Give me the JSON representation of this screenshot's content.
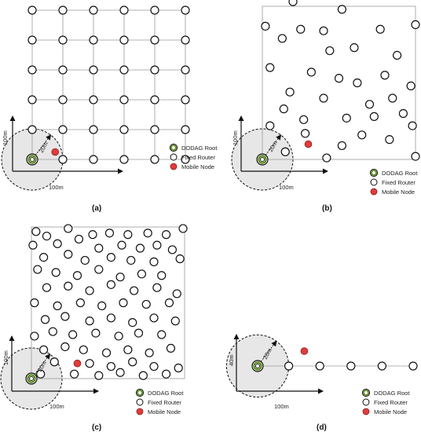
{
  "colors": {
    "fixed_fill": "#ffffff",
    "node_stroke": "#111111",
    "mobile_fill": "#e23b3b",
    "root_ring": "#5a8c1e",
    "range_fill": "#e7e7e7",
    "grid_line": "#9a9a9a"
  },
  "legend": {
    "root": "DODAG Root",
    "fixed": "Fixed Router",
    "mobile": "Mobile Node"
  },
  "panels": [
    {
      "id": "a",
      "caption": "(a)",
      "x_label": "100m",
      "y_label": "100m",
      "radius_label": "20m",
      "layout": "grid",
      "root": [
        0,
        0
      ],
      "mobile": [
        15,
        5
      ],
      "fixed": [
        [
          0,
          0
        ],
        [
          20,
          0
        ],
        [
          40,
          0
        ],
        [
          60,
          0
        ],
        [
          80,
          0
        ],
        [
          100,
          0
        ],
        [
          0,
          20
        ],
        [
          20,
          20
        ],
        [
          40,
          20
        ],
        [
          60,
          20
        ],
        [
          80,
          20
        ],
        [
          100,
          20
        ],
        [
          0,
          40
        ],
        [
          20,
          40
        ],
        [
          40,
          40
        ],
        [
          60,
          40
        ],
        [
          80,
          40
        ],
        [
          100,
          40
        ],
        [
          0,
          60
        ],
        [
          20,
          60
        ],
        [
          40,
          60
        ],
        [
          60,
          60
        ],
        [
          80,
          60
        ],
        [
          100,
          60
        ],
        [
          0,
          80
        ],
        [
          20,
          80
        ],
        [
          40,
          80
        ],
        [
          60,
          80
        ],
        [
          80,
          80
        ],
        [
          100,
          80
        ],
        [
          0,
          100
        ],
        [
          20,
          100
        ],
        [
          40,
          100
        ],
        [
          60,
          100
        ],
        [
          80,
          100
        ],
        [
          100,
          100
        ]
      ]
    },
    {
      "id": "b",
      "caption": "(b)",
      "x_label": "100m",
      "y_label": "100m",
      "radius_label": "20m",
      "layout": "random",
      "root": [
        0,
        0
      ],
      "mobile": [
        30,
        10
      ],
      "fixed": [
        [
          20,
          103
        ],
        [
          52,
          98
        ],
        [
          2,
          87
        ],
        [
          13,
          79
        ],
        [
          25,
          85
        ],
        [
          40,
          84
        ],
        [
          60,
          73
        ],
        [
          77,
          85
        ],
        [
          100,
          88
        ],
        [
          44,
          71
        ],
        [
          88,
          68
        ],
        [
          5,
          60
        ],
        [
          32,
          57
        ],
        [
          50,
          53
        ],
        [
          62,
          50
        ],
        [
          80,
          55
        ],
        [
          97,
          48
        ],
        [
          18,
          44
        ],
        [
          40,
          40
        ],
        [
          70,
          36
        ],
        [
          85,
          40
        ],
        [
          27,
          26
        ],
        [
          55,
          27
        ],
        [
          73,
          28
        ],
        [
          92,
          30
        ],
        [
          14,
          33
        ],
        [
          98,
          22
        ],
        [
          28,
          17
        ],
        [
          65,
          16
        ],
        [
          83,
          13
        ],
        [
          52,
          9
        ],
        [
          5,
          22
        ],
        [
          15,
          5
        ],
        [
          42,
          1
        ],
        [
          100,
          2
        ]
      ]
    },
    {
      "id": "c",
      "caption": "(c)",
      "x_label": "100m",
      "y_label": "100m",
      "radius_label": "20m",
      "layout": "random",
      "root": [
        0,
        0
      ],
      "mobile": [
        30,
        10
      ],
      "fixed": [
        [
          3,
          97
        ],
        [
          10,
          94
        ],
        [
          24,
          99
        ],
        [
          40,
          95
        ],
        [
          51,
          96
        ],
        [
          63,
          95
        ],
        [
          76,
          96
        ],
        [
          88,
          95
        ],
        [
          99,
          99
        ],
        [
          1,
          88
        ],
        [
          17,
          89
        ],
        [
          31,
          92
        ],
        [
          44,
          86
        ],
        [
          59,
          88
        ],
        [
          71,
          86
        ],
        [
          82,
          88
        ],
        [
          92,
          85
        ],
        [
          8,
          80
        ],
        [
          24,
          82
        ],
        [
          35,
          78
        ],
        [
          52,
          80
        ],
        [
          65,
          78
        ],
        [
          80,
          77
        ],
        [
          97,
          79
        ],
        [
          4,
          72
        ],
        [
          16,
          70
        ],
        [
          30,
          68
        ],
        [
          44,
          72
        ],
        [
          58,
          67
        ],
        [
          72,
          69
        ],
        [
          85,
          68
        ],
        [
          10,
          60
        ],
        [
          24,
          61
        ],
        [
          38,
          58
        ],
        [
          52,
          62
        ],
        [
          67,
          58
        ],
        [
          82,
          60
        ],
        [
          95,
          56
        ],
        [
          2,
          50
        ],
        [
          17,
          48
        ],
        [
          32,
          50
        ],
        [
          46,
          48
        ],
        [
          60,
          50
        ],
        [
          75,
          49
        ],
        [
          90,
          50
        ],
        [
          9,
          39
        ],
        [
          22,
          41
        ],
        [
          38,
          38
        ],
        [
          52,
          40
        ],
        [
          66,
          37
        ],
        [
          80,
          40
        ],
        [
          94,
          38
        ],
        [
          2,
          28
        ],
        [
          14,
          31
        ],
        [
          27,
          29
        ],
        [
          42,
          30
        ],
        [
          57,
          28
        ],
        [
          70,
          30
        ],
        [
          85,
          29
        ],
        [
          8,
          19
        ],
        [
          22,
          21
        ],
        [
          34,
          19
        ],
        [
          49,
          17
        ],
        [
          63,
          19
        ],
        [
          77,
          17
        ],
        [
          91,
          20
        ],
        [
          15,
          11
        ],
        [
          38,
          10
        ],
        [
          52,
          8
        ],
        [
          66,
          11
        ],
        [
          80,
          8
        ],
        [
          96,
          7
        ],
        [
          6,
          3
        ],
        [
          28,
          3
        ],
        [
          44,
          2
        ],
        [
          58,
          4
        ],
        [
          73,
          2
        ],
        [
          88,
          3
        ]
      ]
    },
    {
      "id": "d",
      "caption": "(d)",
      "x_label": "100m",
      "y_label": "40m",
      "radius_label": "20m",
      "layout": "line",
      "root": [
        0,
        0
      ],
      "mobile": [
        30,
        10
      ],
      "fixed": [
        [
          20,
          0
        ],
        [
          40,
          0
        ],
        [
          60,
          0
        ],
        [
          80,
          0
        ],
        [
          100,
          0
        ]
      ]
    }
  ]
}
